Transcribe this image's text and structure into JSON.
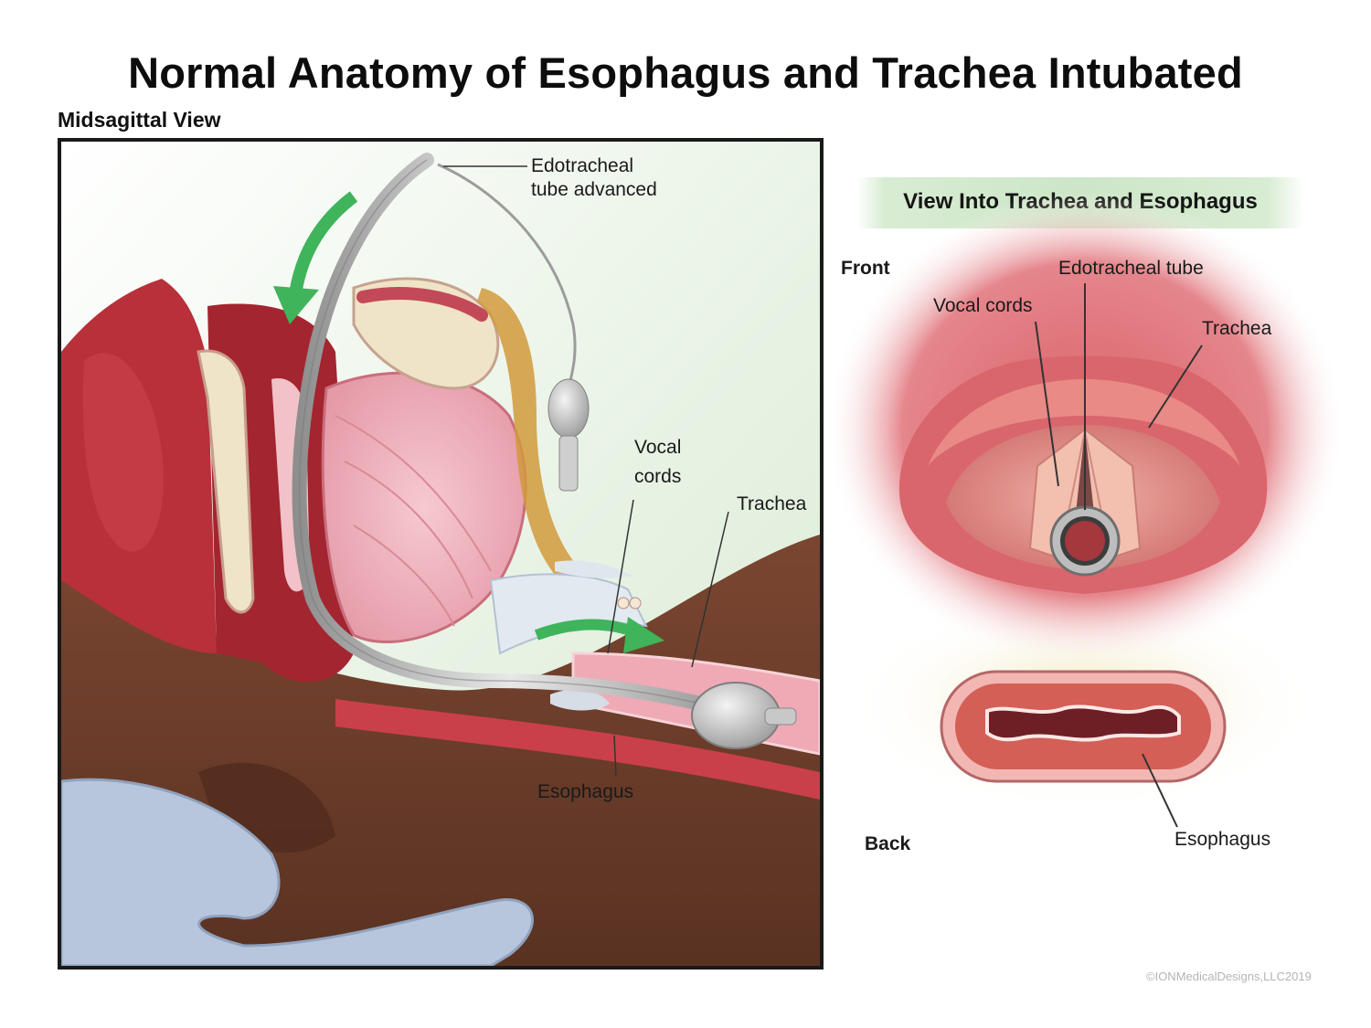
{
  "title": "Normal Anatomy of Esophagus and Trachea Intubated",
  "left": {
    "subtitle": "Midsagittal View",
    "labels": {
      "tube_line1": "Edotracheal",
      "tube_line2": "tube advanced",
      "vocal_line1": "Vocal",
      "vocal_line2": "cords",
      "trachea": "Trachea",
      "esophagus": "Esophagus"
    }
  },
  "right": {
    "banner": "View Into Trachea and Esophagus",
    "front": "Front",
    "back": "Back",
    "tube": "Edotracheal tube",
    "vocal": "Vocal cords",
    "trachea": "Trachea",
    "esophagus": "Esophagus"
  },
  "copyright": "©IONMedicalDesigns,LLC2019",
  "colors": {
    "tissue_red": "#b8303a",
    "soft_pink": "#f0b6bf",
    "skin_brown": "#6e3f2a",
    "glove_blue": "#b7c6dc",
    "arrow_green": "#3fb45b",
    "tube_gray": "#c9c9c9"
  }
}
